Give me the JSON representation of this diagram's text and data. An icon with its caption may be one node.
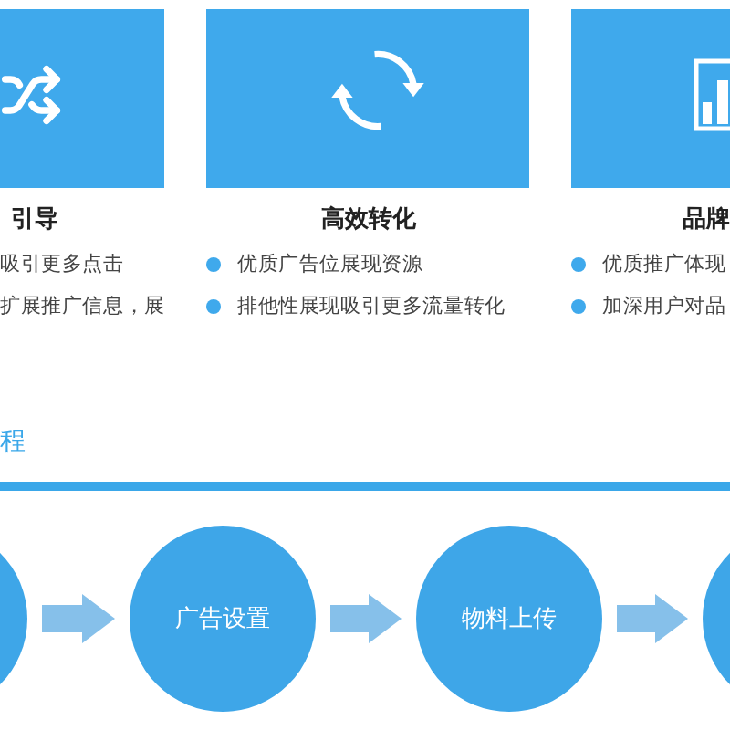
{
  "diagram": {
    "nodes": [
      {
        "text": [],
        "shape": "circle"
      },
      {
        "text": [
          "广告设置"
        ]
      },
      {
        "text": [
          "物料上传"
        ]
      },
      {
        "text": [],
        "shape": "circle"
      }
    ],
    "edges": [
      {
        "from": 0,
        "to": 1,
        "arrow": "to"
      },
      {
        "from": 1,
        "to": 2,
        "arrow": "to"
      },
      {
        "from": 2,
        "to": 3,
        "arrow": "to"
      }
    ],
    "labels": [
      "引导",
      "高效转化",
      "品牌",
      "吸引更多点击",
      "优质广告位展现资源",
      "优质推广体现",
      "扩展推广信息，展",
      "排他性展现吸引更多流量转化",
      "加深用户对品",
      "程"
    ]
  }
}
